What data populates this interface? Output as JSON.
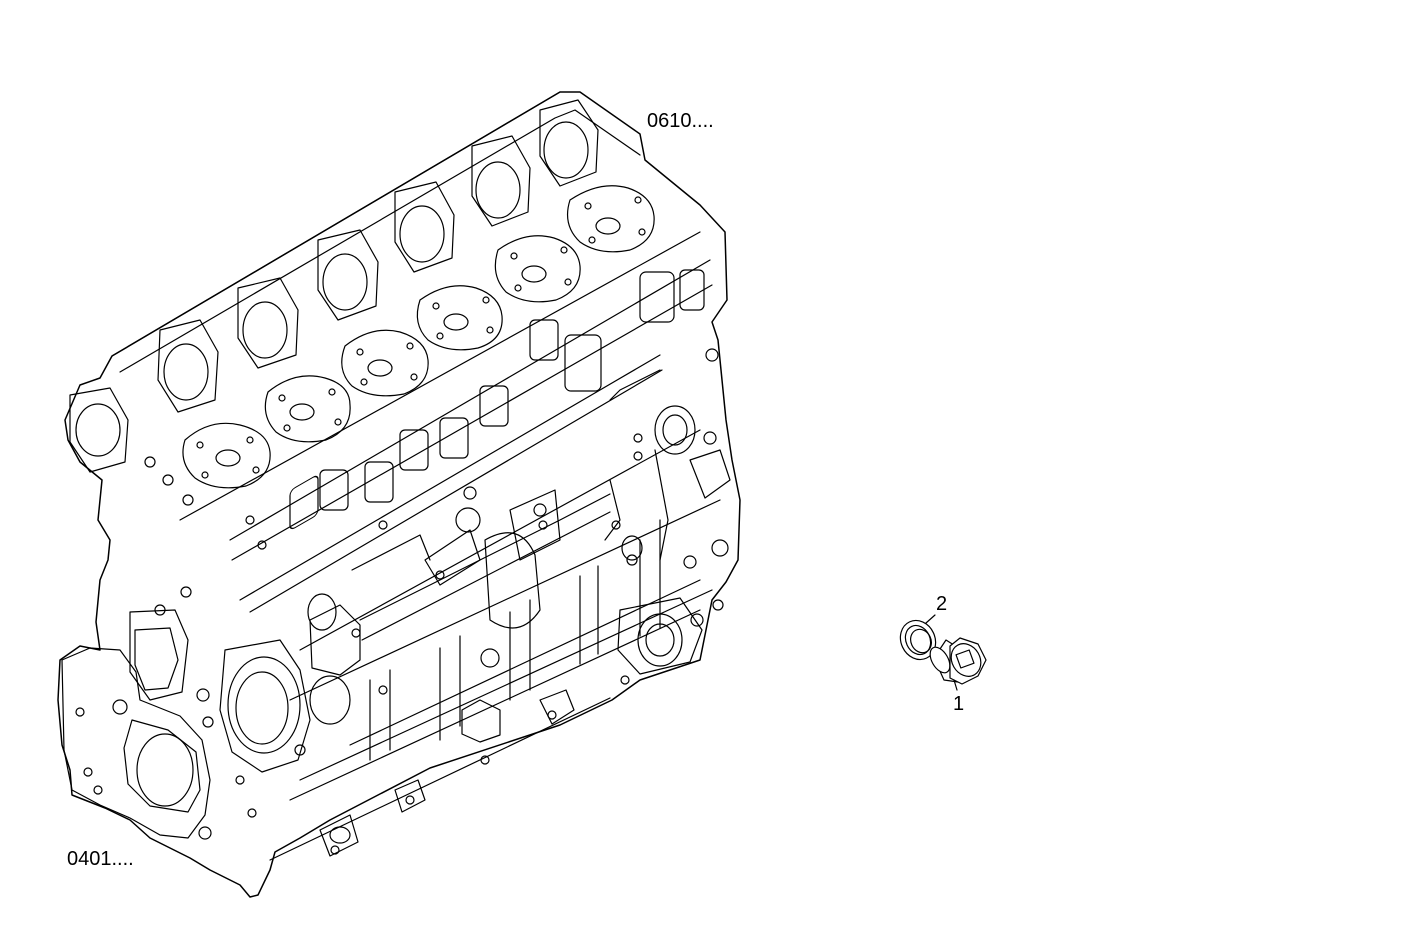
{
  "callouts": {
    "block_top_ref": "0610....",
    "block_bottom_ref": "0401....",
    "part_1": "1",
    "part_2": "2"
  }
}
